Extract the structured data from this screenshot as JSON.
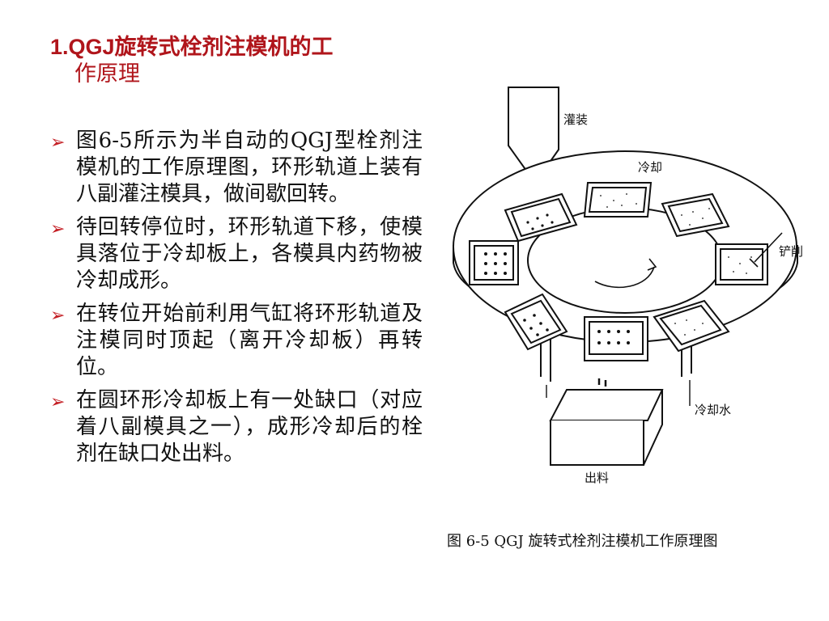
{
  "title": {
    "number": "1.QGJ",
    "line1": "旋转式栓剂注模机的工",
    "line2": "作原理"
  },
  "bullets": [
    "图6-5所示为半自动的QGJ型栓剂注模机的工作原理图，环形轨道上装有八副灌注模具，做间歇回转。",
    "待回转停位时，环形轨道下移，使模具落位于冷却板上，各模具内药物被冷却成形。",
    "在转位开始前利用气缸将环形轨道及注模同时顶起（离开冷却板）再转位。",
    "在圆环形冷却板上有一处缺口（对应着八副模具之一），成形冷却后的栓剂在缺口处出料。"
  ],
  "figure": {
    "labels": {
      "filling": "灌装",
      "cooling": "冷却",
      "scraping": "铲削",
      "cooling_water": "冷却水",
      "discharge": "出料"
    },
    "caption": "图 6-5  QGJ 旋转式栓剂注模机工作原理图"
  },
  "colors": {
    "title": "#b0151b",
    "bullet_arrow": "#c41e24",
    "text": "#111111"
  }
}
